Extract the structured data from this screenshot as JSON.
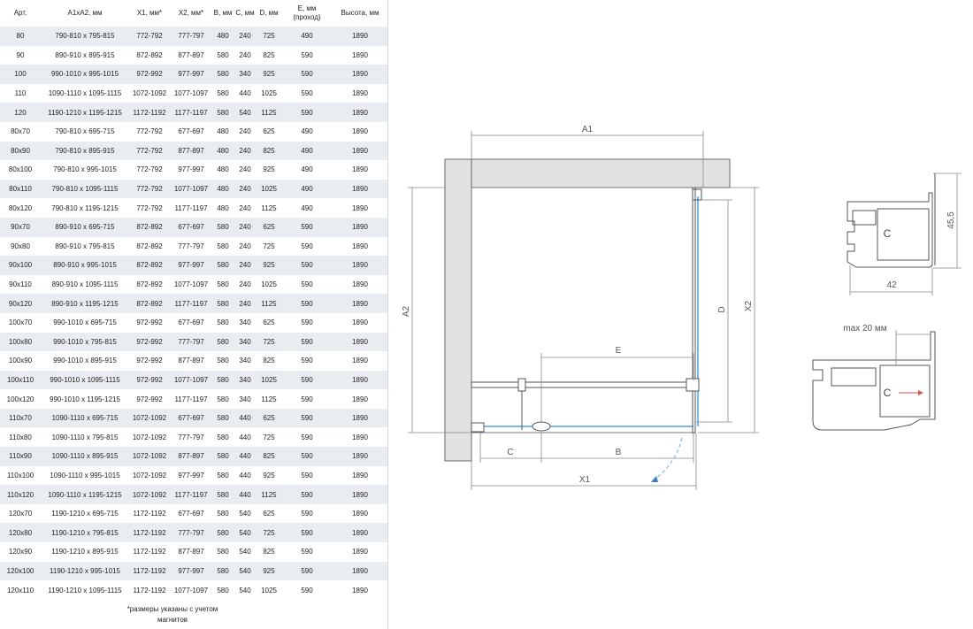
{
  "table": {
    "headers": [
      "Арт.",
      "A1xA2, мм",
      "X1, мм*",
      "X2, мм*",
      "B, мм",
      "C, мм",
      "D, мм",
      "E, мм\n(проход)",
      "Высота, мм"
    ],
    "rows": [
      [
        "80",
        "790-810 x 795-815",
        "772-792",
        "777-797",
        "480",
        "240",
        "725",
        "490",
        "1890"
      ],
      [
        "90",
        "890-910 x 895-915",
        "872-892",
        "877-897",
        "580",
        "240",
        "825",
        "590",
        "1890"
      ],
      [
        "100",
        "990-1010 x 995-1015",
        "972-992",
        "977-997",
        "580",
        "340",
        "925",
        "590",
        "1890"
      ],
      [
        "110",
        "1090-1110 x 1095-1115",
        "1072-1092",
        "1077-1097",
        "580",
        "440",
        "1025",
        "590",
        "1890"
      ],
      [
        "120",
        "1190-1210 x 1195-1215",
        "1172-1192",
        "1177-1197",
        "580",
        "540",
        "1125",
        "590",
        "1890"
      ],
      [
        "80x70",
        "790-810 x 695-715",
        "772-792",
        "677-697",
        "480",
        "240",
        "625",
        "490",
        "1890"
      ],
      [
        "80x90",
        "790-810 x 895-915",
        "772-792",
        "877-897",
        "480",
        "240",
        "825",
        "490",
        "1890"
      ],
      [
        "80x100",
        "790-810 x 995-1015",
        "772-792",
        "977-997",
        "480",
        "240",
        "925",
        "490",
        "1890"
      ],
      [
        "80x110",
        "790-810 x 1095-1115",
        "772-792",
        "1077-1097",
        "480",
        "240",
        "1025",
        "490",
        "1890"
      ],
      [
        "80x120",
        "790-810 x 1195-1215",
        "772-792",
        "1177-1197",
        "480",
        "240",
        "1125",
        "490",
        "1890"
      ],
      [
        "90x70",
        "890-910 x 695-715",
        "872-892",
        "677-697",
        "580",
        "240",
        "625",
        "590",
        "1890"
      ],
      [
        "90x80",
        "890-910 x 795-815",
        "872-892",
        "777-797",
        "580",
        "240",
        "725",
        "590",
        "1890"
      ],
      [
        "90x100",
        "890-910 x 995-1015",
        "872-892",
        "977-997",
        "580",
        "240",
        "925",
        "590",
        "1890"
      ],
      [
        "90x110",
        "890-910 x 1095-1115",
        "872-892",
        "1077-1097",
        "580",
        "240",
        "1025",
        "590",
        "1890"
      ],
      [
        "90x120",
        "890-910 x 1195-1215",
        "872-892",
        "1177-1197",
        "580",
        "240",
        "1125",
        "590",
        "1890"
      ],
      [
        "100x70",
        "990-1010 x 695-715",
        "972-992",
        "677-697",
        "580",
        "340",
        "625",
        "590",
        "1890"
      ],
      [
        "100x80",
        "990-1010 x 795-815",
        "972-992",
        "777-797",
        "580",
        "340",
        "725",
        "590",
        "1890"
      ],
      [
        "100x90",
        "990-1010 x 895-915",
        "972-992",
        "877-897",
        "580",
        "340",
        "825",
        "590",
        "1890"
      ],
      [
        "100x110",
        "990-1010 x 1095-1115",
        "972-992",
        "1077-1097",
        "580",
        "340",
        "1025",
        "590",
        "1890"
      ],
      [
        "100x120",
        "990-1010 x 1195-1215",
        "972-992",
        "1177-1197",
        "580",
        "340",
        "1125",
        "590",
        "1890"
      ],
      [
        "110x70",
        "1090-1110 x 695-715",
        "1072-1092",
        "677-697",
        "580",
        "440",
        "625",
        "590",
        "1890"
      ],
      [
        "110x80",
        "1090-1110 x 795-815",
        "1072-1092",
        "777-797",
        "580",
        "440",
        "725",
        "590",
        "1890"
      ],
      [
        "110x90",
        "1090-1110 x 895-915",
        "1072-1092",
        "877-897",
        "580",
        "440",
        "825",
        "590",
        "1890"
      ],
      [
        "110x100",
        "1090-1110 x 995-1015",
        "1072-1092",
        "977-997",
        "580",
        "440",
        "925",
        "590",
        "1890"
      ],
      [
        "110x120",
        "1090-1110 x 1195-1215",
        "1072-1092",
        "1177-1197",
        "580",
        "440",
        "1125",
        "590",
        "1890"
      ],
      [
        "120x70",
        "1190-1210 x 695-715",
        "1172-1192",
        "677-697",
        "580",
        "540",
        "625",
        "590",
        "1890"
      ],
      [
        "120x80",
        "1190-1210 x 795-815",
        "1172-1192",
        "777-797",
        "580",
        "540",
        "725",
        "590",
        "1890"
      ],
      [
        "120x90",
        "1190-1210 x 895-915",
        "1172-1192",
        "877-897",
        "580",
        "540",
        "825",
        "590",
        "1890"
      ],
      [
        "120x100",
        "1190-1210 x 995-1015",
        "1172-1192",
        "977-997",
        "580",
        "540",
        "925",
        "590",
        "1890"
      ],
      [
        "120x110",
        "1190-1210 x 1095-1115",
        "1172-1192",
        "1077-1097",
        "580",
        "540",
        "1025",
        "590",
        "1890"
      ]
    ],
    "footnote": "*размеры указаны с учетом магнитов"
  },
  "plan": {
    "labels": {
      "a1": "A1",
      "a2": "A2",
      "x1": "X1",
      "x2": "X2",
      "b": "B",
      "c": "C",
      "d": "D",
      "e": "E"
    }
  },
  "profile_top": {
    "height_label": "45,5",
    "width_label": "42"
  },
  "profile_bottom": {
    "max_label": "max 20 мм"
  },
  "colors": {
    "glass": "#7ab8e8",
    "arrow": "#d9534f",
    "wall": "#e2e2e2",
    "line": "#555555",
    "stripe": "#e9edf2"
  }
}
